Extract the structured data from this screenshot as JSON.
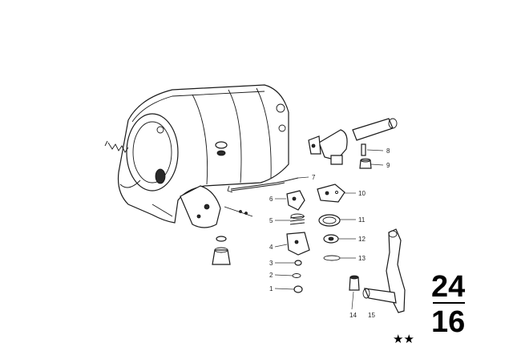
{
  "diagram": {
    "callouts": [
      {
        "id": "8",
        "label": "8"
      },
      {
        "id": "9",
        "label": "9"
      },
      {
        "id": "7",
        "label": "7"
      },
      {
        "id": "6",
        "label": "6"
      },
      {
        "id": "10",
        "label": "10"
      },
      {
        "id": "5",
        "label": "5"
      },
      {
        "id": "11",
        "label": "11"
      },
      {
        "id": "4",
        "label": "4"
      },
      {
        "id": "12",
        "label": "12"
      },
      {
        "id": "3",
        "label": "3"
      },
      {
        "id": "13",
        "label": "13"
      },
      {
        "id": "2",
        "label": "2"
      },
      {
        "id": "1",
        "label": "1"
      },
      {
        "id": "14",
        "label": "14"
      },
      {
        "id": "15",
        "label": "15"
      }
    ],
    "group_number": {
      "top": "24",
      "bottom": "16"
    },
    "marker": "★★"
  }
}
